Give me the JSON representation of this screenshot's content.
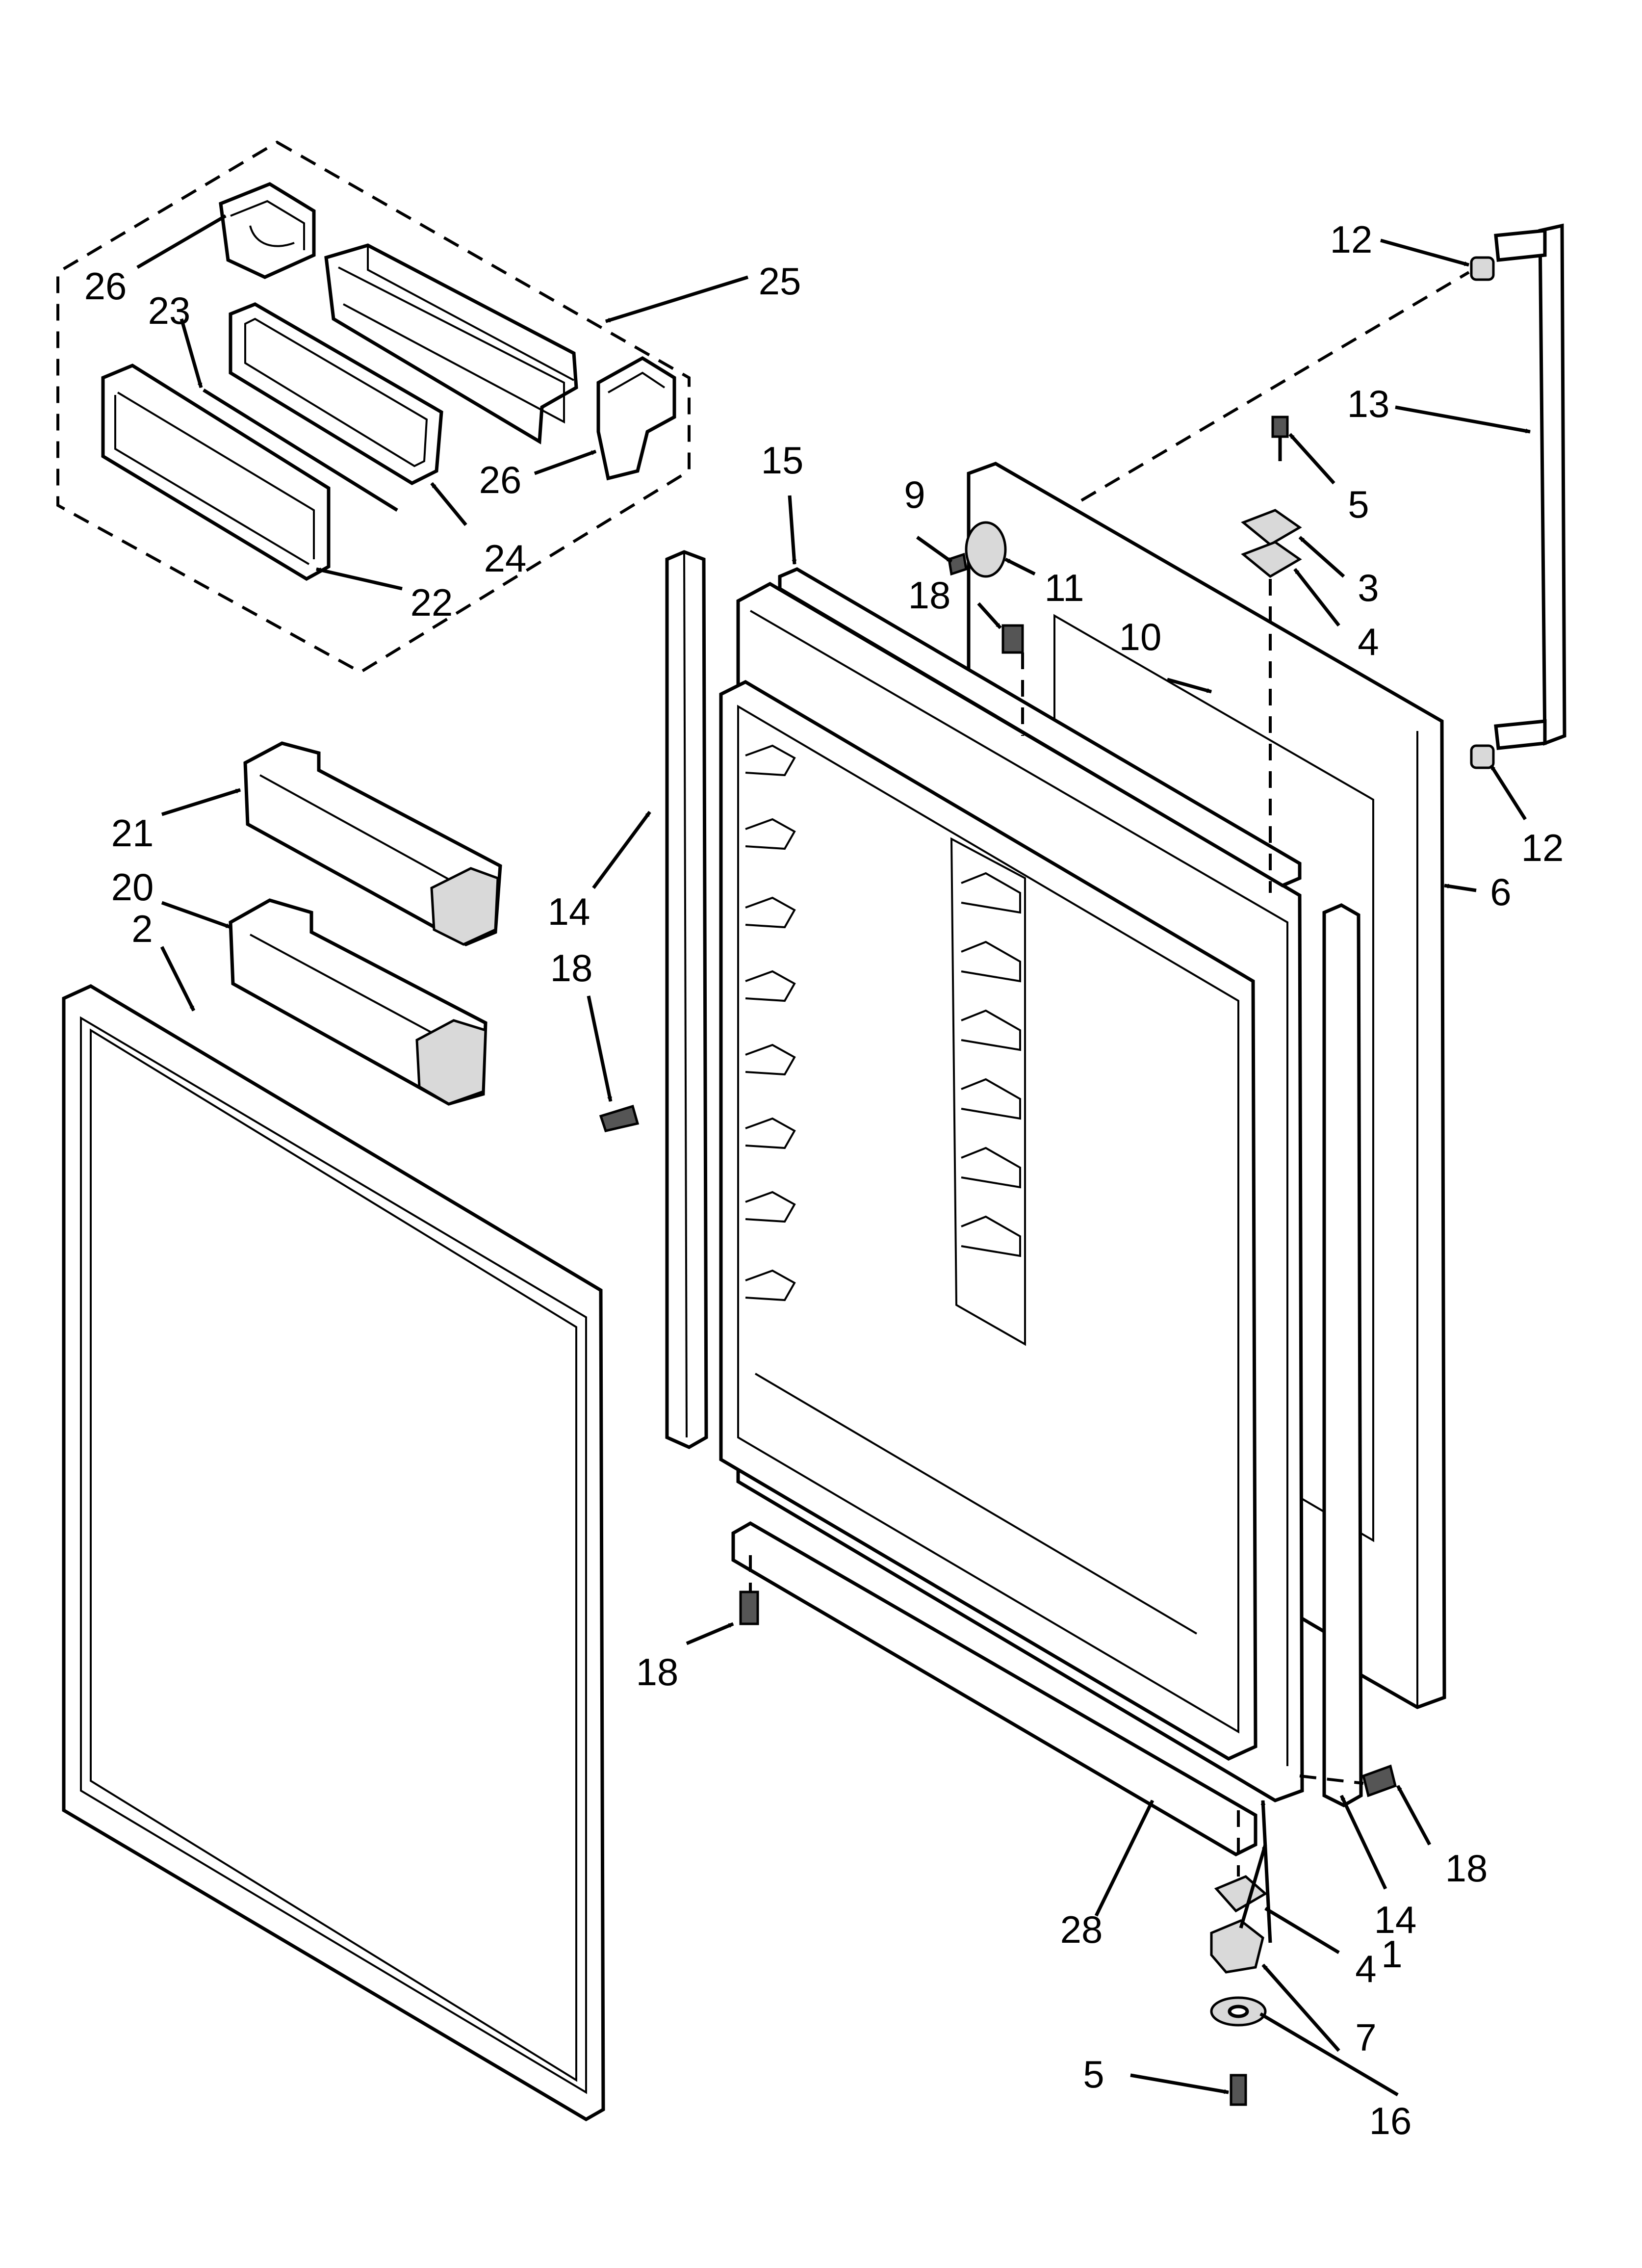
{
  "callouts": [
    {
      "id": "c1",
      "label": "1"
    },
    {
      "id": "c2",
      "label": "2"
    },
    {
      "id": "c3",
      "label": "3"
    },
    {
      "id": "c4a",
      "label": "4"
    },
    {
      "id": "c4b",
      "label": "4"
    },
    {
      "id": "c5a",
      "label": "5"
    },
    {
      "id": "c5b",
      "label": "5"
    },
    {
      "id": "c6",
      "label": "6"
    },
    {
      "id": "c7",
      "label": "7"
    },
    {
      "id": "c9",
      "label": "9"
    },
    {
      "id": "c10",
      "label": "10"
    },
    {
      "id": "c11",
      "label": "11"
    },
    {
      "id": "c12a",
      "label": "12"
    },
    {
      "id": "c12b",
      "label": "12"
    },
    {
      "id": "c13",
      "label": "13"
    },
    {
      "id": "c14a",
      "label": "14"
    },
    {
      "id": "c14b",
      "label": "14"
    },
    {
      "id": "c15",
      "label": "15"
    },
    {
      "id": "c16",
      "label": "16"
    },
    {
      "id": "c18a",
      "label": "18"
    },
    {
      "id": "c18b",
      "label": "18"
    },
    {
      "id": "c18c",
      "label": "18"
    },
    {
      "id": "c18d",
      "label": "18"
    },
    {
      "id": "c20",
      "label": "20"
    },
    {
      "id": "c21",
      "label": "21"
    },
    {
      "id": "c22",
      "label": "22"
    },
    {
      "id": "c23",
      "label": "23"
    },
    {
      "id": "c24",
      "label": "24"
    },
    {
      "id": "c25",
      "label": "25"
    },
    {
      "id": "c26a",
      "label": "26"
    },
    {
      "id": "c26b",
      "label": "26"
    },
    {
      "id": "c28",
      "label": "28"
    }
  ]
}
